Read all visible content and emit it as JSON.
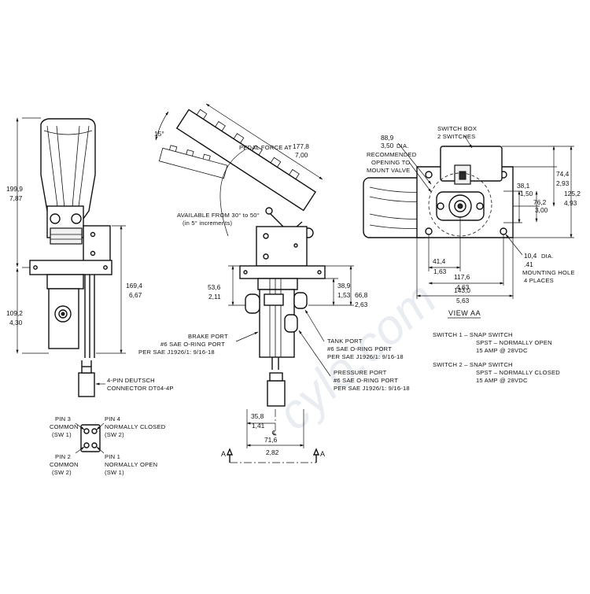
{
  "dimensions": {
    "left_height_total": [
      "199,9",
      "7,87"
    ],
    "left_lower_height": [
      "109,2",
      "4,30"
    ],
    "left_side_height": [
      "169,4",
      "6,67"
    ],
    "pedal_angle": "15°",
    "pedal_force": [
      "177,8",
      "7,00"
    ],
    "base_height_a": [
      "53,6",
      "2,11"
    ],
    "base_height_b": [
      "38,9",
      "1,53"
    ],
    "base_height_c": [
      "66,8",
      "2,63"
    ],
    "center_offset": [
      "35,8",
      "1,41"
    ],
    "base_width": [
      "71,6",
      "2,82"
    ],
    "opening_dia": [
      "88,9",
      "3,50"
    ],
    "top_height": [
      "74,4",
      "2,93"
    ],
    "right_height": [
      "125,2",
      "4,93"
    ],
    "mid_height": [
      "38,1",
      "1,50"
    ],
    "inner_height": [
      "76,2",
      "3,00"
    ],
    "hole_offset": [
      "41,4",
      "1,63"
    ],
    "inner_width": [
      "117,6",
      "4,63"
    ],
    "overall_width": [
      "143,0",
      "5,63"
    ],
    "hole_dia": [
      "10,4",
      ".41"
    ]
  },
  "labels": {
    "pedal_force_prefix": "PEDAL FORCE AT",
    "dia_suffix": "DIA.",
    "available": [
      "AVAILABLE FROM 30° to 50°",
      "(in 5° increments)"
    ],
    "recommended": [
      "RECOMMENDED",
      "OPENING TO",
      "MOUNT VALVE"
    ],
    "switch_box": [
      "SWITCH BOX",
      "2 SWITCHES"
    ],
    "mounting_hole": [
      "MOUNTING HOLE",
      "4 PLACES"
    ],
    "brake_port": [
      "BRAKE PORT",
      "#6 SAE O-RING PORT",
      "PER SAE J1926/1: 9/16-18"
    ],
    "tank_port": [
      "TANK PORT",
      "#6 SAE O-RING PORT",
      "PER SAE J1926/1: 9/16-18"
    ],
    "pressure_port": [
      "PRESSURE PORT",
      "#6 SAE O-RING PORT",
      "PER SAE J1926/1: 9/16-18"
    ],
    "connector": [
      "4-PIN DEUTSCH",
      "CONNECTOR DT04-4P"
    ],
    "pin3": [
      "PIN 3",
      "COMMON",
      "(SW 1)"
    ],
    "pin4": [
      "PIN 4",
      "NORMALLY CLOSED",
      "(SW 2)"
    ],
    "pin2": [
      "PIN 2",
      "COMMON",
      "(SW 2)"
    ],
    "pin1": [
      "PIN 1",
      "NORMALLY OPEN",
      "(SW 1)"
    ],
    "section_a": "A",
    "centerline": "℄",
    "view_title": "VIEW AA",
    "switch1": [
      "SWITCH 1 – SNAP SWITCH",
      "SPST – NORMALLY OPEN",
      "15 AMP @ 28VDC"
    ],
    "switch2": [
      "SWITCH 2 – SNAP SWITCH",
      "SPST – NORMALLY CLOSED",
      "15 AMP @ 28VDC"
    ]
  },
  "watermark": "cylo.com"
}
